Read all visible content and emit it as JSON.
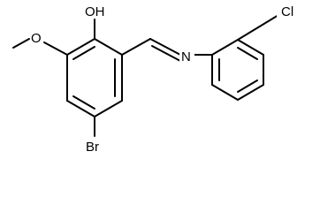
{
  "molecule": {
    "atoms": {
      "oh": "OH",
      "o_methoxy": "O",
      "n_imine": "N",
      "cl": "Cl",
      "br": "Br"
    }
  }
}
